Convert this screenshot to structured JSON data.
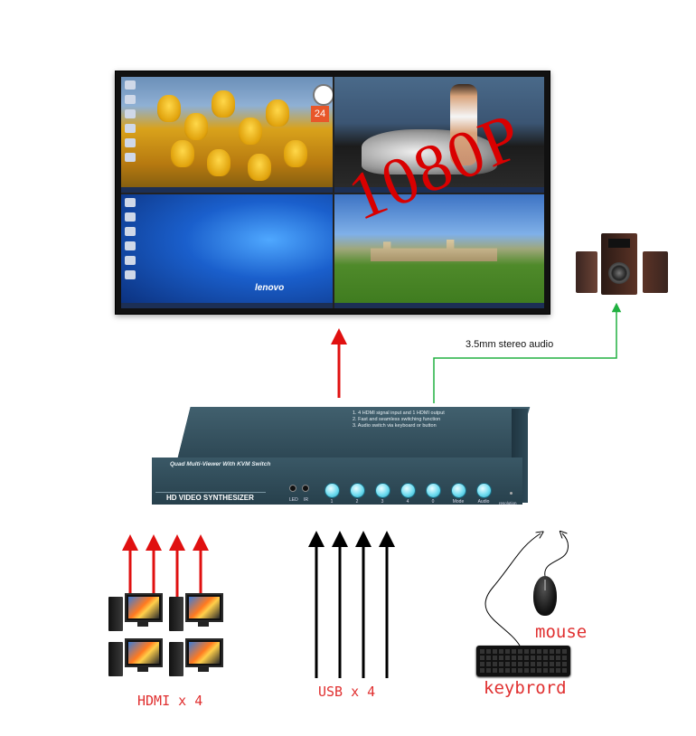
{
  "monitor": {
    "overlay_text": "1080P",
    "q1_clock_date": "24",
    "q3_brand": "lenovo"
  },
  "audio_link": {
    "label": "3.5mm stereo audio"
  },
  "device": {
    "notes": [
      "1. 4 HDMI signal input and 1 HDMI output",
      "2. Fast and seamless switching function",
      "3. Audio switch via keyboard or button"
    ],
    "model_label": "Quad Multi-Viewer With KVM Switch",
    "brand_label": "HD VIDEO SYNTHESIZER",
    "led_label": "LED",
    "ir_label": "IR",
    "buttons": [
      "1",
      "2",
      "3",
      "4",
      "0",
      "Mode",
      "Audio"
    ],
    "resolution_label": "resolution"
  },
  "labels": {
    "hdmi": "HDMI x 4",
    "usb": "USB x 4",
    "mouse": "mouse",
    "keyboard": "keybrord"
  },
  "colors": {
    "hdmi_arrows": "#e01010",
    "usb_arrows": "#000000",
    "audio_line": "#20b040",
    "caption_red": "#e03030"
  }
}
